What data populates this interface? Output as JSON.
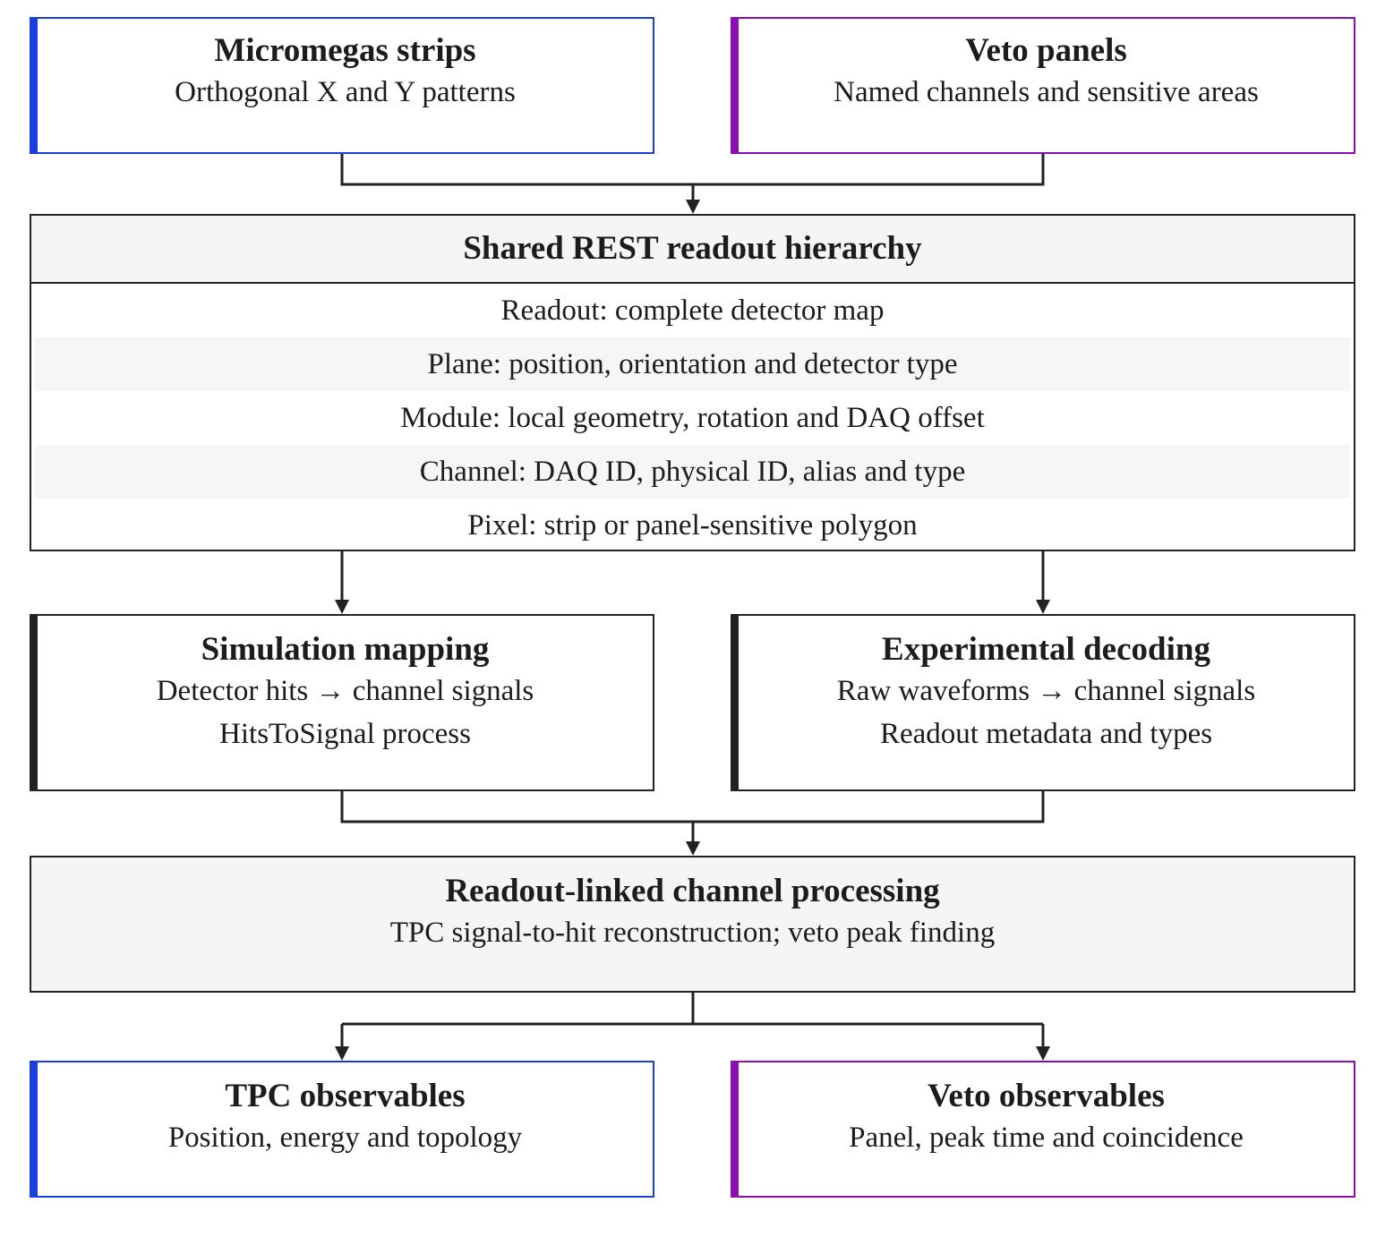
{
  "micromegas": {
    "title": "Micromegas strips",
    "subtitle": "Orthogonal X and Y patterns",
    "accent": "#1a3fe0"
  },
  "veto_panels": {
    "title": "Veto panels",
    "subtitle": "Named channels and sensitive areas",
    "accent": "#8a0fb0"
  },
  "hierarchy": {
    "title": "Shared REST readout hierarchy",
    "rows": [
      "Readout: complete detector map",
      "Plane: position, orientation and detector type",
      "Module: local geometry, rotation and DAQ offset",
      "Channel: DAQ ID, physical ID, alias and type",
      "Pixel: strip or panel-sensitive polygon"
    ]
  },
  "simulation": {
    "title": "Simulation mapping",
    "lines": [
      "Detector hits → channel signals",
      "HitsToSignal process"
    ]
  },
  "experimental": {
    "title": "Experimental decoding",
    "lines": [
      "Raw waveforms → channel signals",
      "Readout metadata and types"
    ]
  },
  "processing": {
    "title": "Readout-linked channel processing",
    "subtitle": "TPC signal-to-hit reconstruction; veto peak finding"
  },
  "tpc_observables": {
    "title": "TPC observables",
    "subtitle": "Position, energy and topology",
    "accent": "#1a3fe0"
  },
  "veto_observables": {
    "title": "Veto observables",
    "subtitle": "Panel, peak time and coincidence",
    "accent": "#8a0fb0"
  },
  "colors": {
    "line": "#222222",
    "header_fill": "#f4f5f7"
  }
}
